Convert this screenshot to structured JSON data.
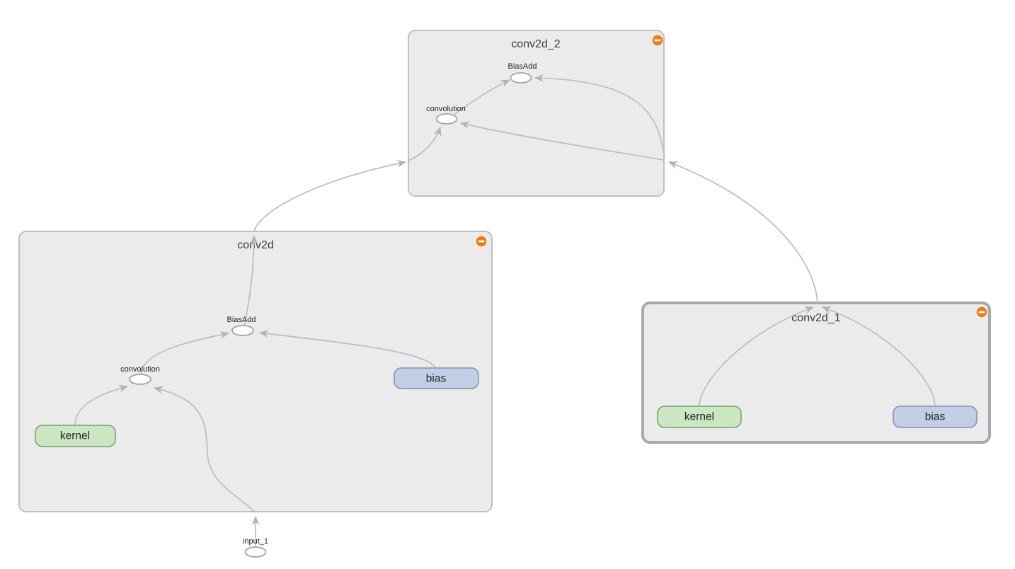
{
  "graph": {
    "view": "tensorboard-graph-explorer",
    "groups": {
      "conv2d": {
        "title": "conv2d",
        "collapse_icon": "minus-circle",
        "ops": {
          "convolution": "convolution",
          "biasadd": "BiasAdd"
        },
        "vars": {
          "kernel": "kernel",
          "bias": "bias"
        }
      },
      "conv2d_1": {
        "title": "conv2d_1",
        "collapse_icon": "minus-circle",
        "vars": {
          "kernel": "kernel",
          "bias": "bias"
        }
      },
      "conv2d_2": {
        "title": "conv2d_2",
        "collapse_icon": "minus-circle",
        "ops": {
          "convolution": "convolution",
          "biasadd": "BiasAdd"
        }
      }
    },
    "inputs": {
      "input_1": "input_1"
    },
    "edges": [
      {
        "from": "input_1",
        "to": "conv2d/convolution"
      },
      {
        "from": "conv2d/kernel",
        "to": "conv2d/convolution"
      },
      {
        "from": "conv2d/convolution",
        "to": "conv2d/BiasAdd"
      },
      {
        "from": "conv2d/bias",
        "to": "conv2d/BiasAdd"
      },
      {
        "from": "conv2d/BiasAdd",
        "to": "conv2d_2/convolution"
      },
      {
        "from": "conv2d_1/kernel",
        "to": "conv2d_1:out"
      },
      {
        "from": "conv2d_1/bias",
        "to": "conv2d_1:out"
      },
      {
        "from": "conv2d_1",
        "to": "conv2d_2/convolution"
      },
      {
        "from": "conv2d_1",
        "to": "conv2d_2/BiasAdd"
      },
      {
        "from": "conv2d_2/convolution",
        "to": "conv2d_2/BiasAdd"
      }
    ]
  },
  "colors": {
    "background": "#ffffff",
    "group_fill": "#ebebeb",
    "group_border": "#bfbfbf",
    "selected_group_border": "#a9a9a9",
    "op_fill": "#ffffff",
    "op_border": "#a3a3a3",
    "kernel_fill": "#cbe7c1",
    "kernel_border": "#88a77e",
    "bias_fill": "#c3cde4",
    "bias_border": "#8c9cbf",
    "edge": "#bdbdbd",
    "arrow": "#b3b3b3",
    "collapse_icon": "#ef7d0e",
    "title_text": "#3b3b3b",
    "label_text": "#242424"
  }
}
